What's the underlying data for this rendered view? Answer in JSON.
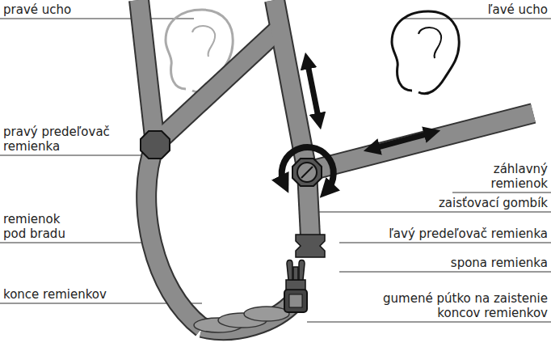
{
  "diagram": {
    "labels": [
      "pravé ucho",
      "ľavé ucho",
      "pravý predeľovač remienka",
      "záhlavný remienok",
      "zaisťovací gombík",
      "ľavý predeľovač remienka",
      "spona remienka",
      "remienok pod bradu",
      "gumené pútko na zaistenie koncov remienkov",
      "konce remienkov"
    ]
  }
}
